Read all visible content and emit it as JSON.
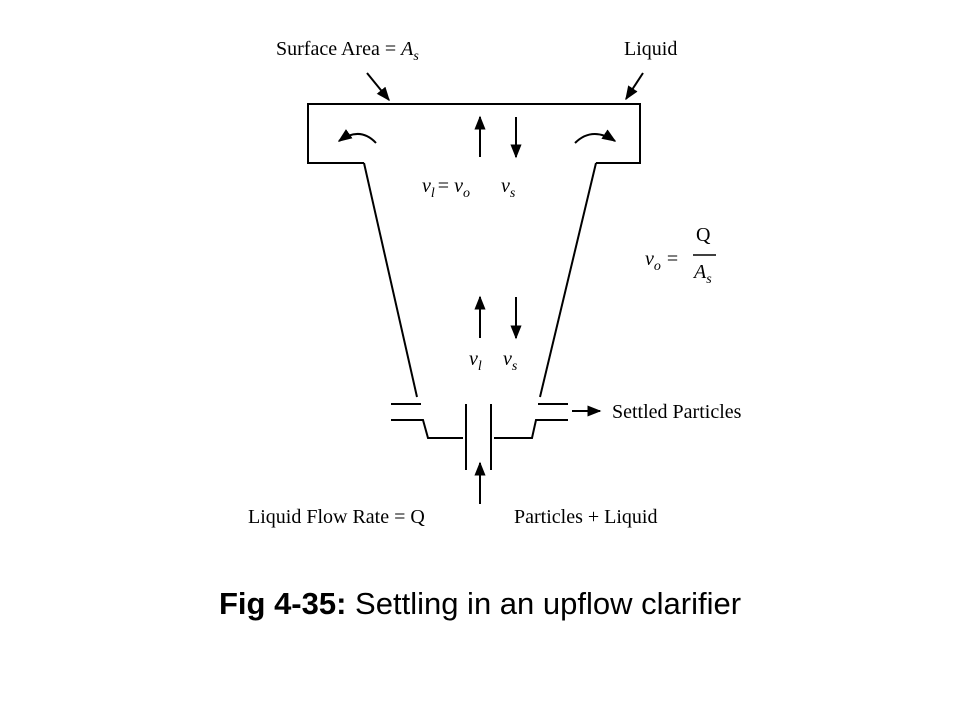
{
  "labels": {
    "surface_area": "Surface Area = ",
    "surface_area_symbol": "A",
    "surface_area_symbol_sub": "s",
    "liquid": "Liquid",
    "vl_eq_vo_v": "v",
    "vl_eq_vo_v_sub": "l",
    "vl_eq_vo_eq": "= ",
    "vl_eq_vo_vo": "v",
    "vl_eq_vo_vo_sub": "o",
    "vs_top_v": "v",
    "vs_top_sub": "s",
    "vo_formula_v": "v",
    "vo_formula_sub": "o",
    "vo_formula_eq": "=",
    "vo_formula_num": "Q",
    "vo_formula_den": "A",
    "vo_formula_den_sub": "s",
    "vl_mid_v": "v",
    "vl_mid_sub": "l",
    "vs_mid_v": "v",
    "vs_mid_sub": "s",
    "settled_particles": "Settled Particles",
    "liquid_flow_rate": "Liquid Flow Rate = Q",
    "particles_liquid": "Particles + Liquid"
  },
  "caption": {
    "prefix": "Fig 4-35:",
    "text": " Settling in an upflow clarifier"
  }
}
